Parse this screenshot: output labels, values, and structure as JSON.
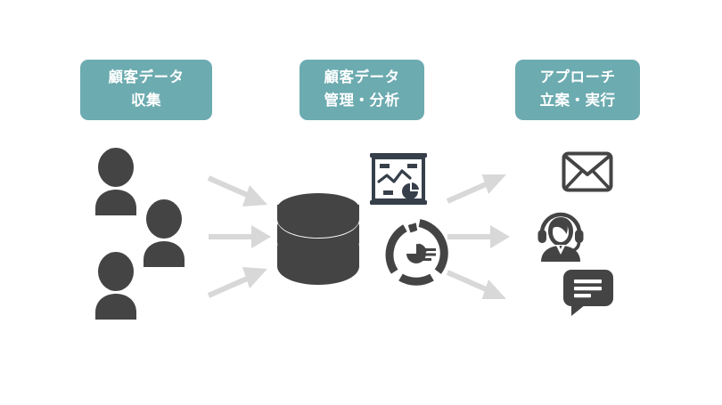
{
  "diagram": {
    "title": "Customer data flow diagram",
    "background_color": "#ffffff",
    "accent_color": "#6cabb0",
    "icon_color": "#444444",
    "arrow_color": "#d8d8d8",
    "chartboard_color": "#363f4a",
    "stages": [
      {
        "id": "collection",
        "label_line1": "顧客データ",
        "label_line2": "収集",
        "icons": [
          "person-icon",
          "person-icon",
          "person-icon"
        ]
      },
      {
        "id": "management-analysis",
        "label_line1": "顧客データ",
        "label_line2": "管理・分析",
        "icons": [
          "database-icon",
          "chart-board-icon",
          "donut-chart-icon"
        ]
      },
      {
        "id": "approach-execution",
        "label_line1": "アプローチ",
        "label_line2": "立案・実行",
        "icons": [
          "mail-icon",
          "operator-headset-icon",
          "chat-bubble-icon"
        ]
      }
    ],
    "connectors": {
      "left_group": [
        "arrow-down-right",
        "arrow-right",
        "arrow-up-right"
      ],
      "right_group": [
        "arrow-up-right",
        "arrow-right",
        "arrow-down-right"
      ]
    }
  }
}
